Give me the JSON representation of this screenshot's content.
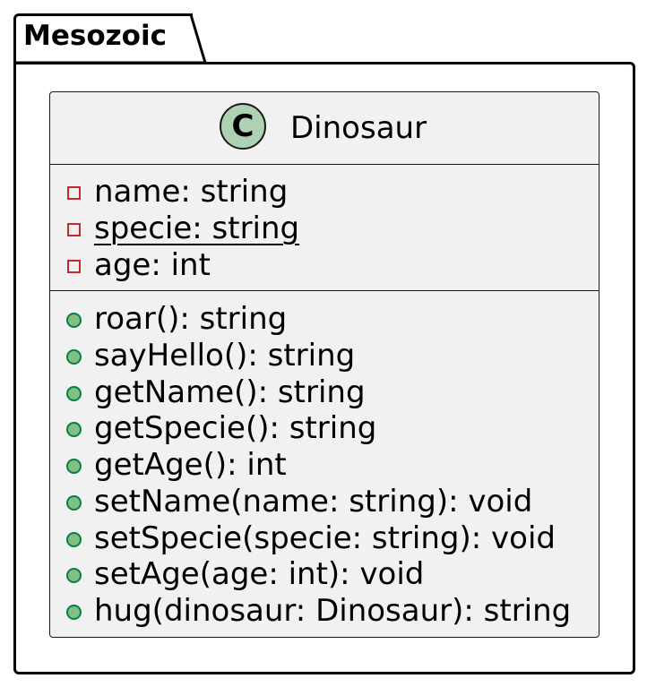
{
  "package": {
    "name": "Mesozoic"
  },
  "class": {
    "stereotype_letter": "C",
    "name": "Dinosaur",
    "fields": [
      {
        "visibility": "private",
        "text": "name: string",
        "static": false
      },
      {
        "visibility": "private",
        "text": "specie: string",
        "static": true
      },
      {
        "visibility": "private",
        "text": "age: int",
        "static": false
      }
    ],
    "methods": [
      {
        "visibility": "public",
        "text": "roar(): string"
      },
      {
        "visibility": "public",
        "text": "sayHello(): string"
      },
      {
        "visibility": "public",
        "text": "getName(): string"
      },
      {
        "visibility": "public",
        "text": "getSpecie(): string"
      },
      {
        "visibility": "public",
        "text": "getAge(): int"
      },
      {
        "visibility": "public",
        "text": "setName(name: string): void"
      },
      {
        "visibility": "public",
        "text": "setSpecie(specie: string): void"
      },
      {
        "visibility": "public",
        "text": "setAge(age: int): void"
      },
      {
        "visibility": "public",
        "text": "hug(dinosaur: Dinosaur): string"
      }
    ]
  },
  "colors": {
    "class_background": "#f1f1f1",
    "class_border": "#181818",
    "stereotype_circle": "#add1b2",
    "private_marker": "#c82930",
    "public_marker_fill": "#84be84",
    "public_marker_border": "#038048"
  }
}
